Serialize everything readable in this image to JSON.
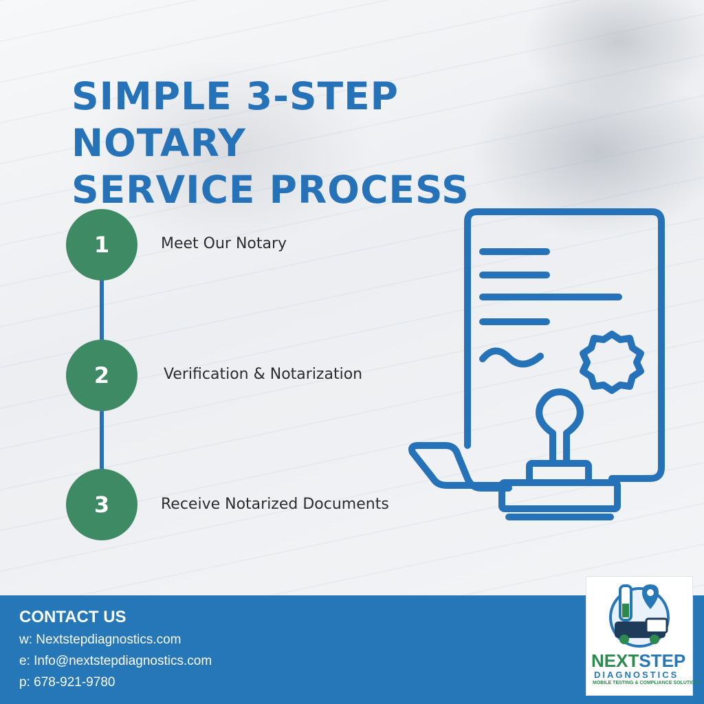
{
  "title": {
    "line1": "SIMPLE 3-STEP NOTARY",
    "line2": "SERVICE PROCESS"
  },
  "steps": [
    {
      "number": "1",
      "label": "Meet Our Notary"
    },
    {
      "number": "2",
      "label": "Verification & Notarization"
    },
    {
      "number": "3",
      "label": "Receive Notarized Documents"
    }
  ],
  "illustration": {
    "icon": "notary-document-stamp-icon"
  },
  "contact": {
    "heading": "CONTACT US",
    "website": "w: Nextstepdiagnostics.com",
    "email": "e: Info@nextstepdiagnostics.com",
    "phone": "p: 678-921-9780"
  },
  "logo": {
    "next": "NEXT",
    "step": "STEP",
    "diagnostics": "DIAGNOSTICS",
    "tagline": "MOBILE TESTING & COMPLIANCE SOLUTION"
  },
  "colors": {
    "primary_blue": "#2672b8",
    "step_green": "#3d8a64",
    "footer_blue": "#2577b8"
  }
}
